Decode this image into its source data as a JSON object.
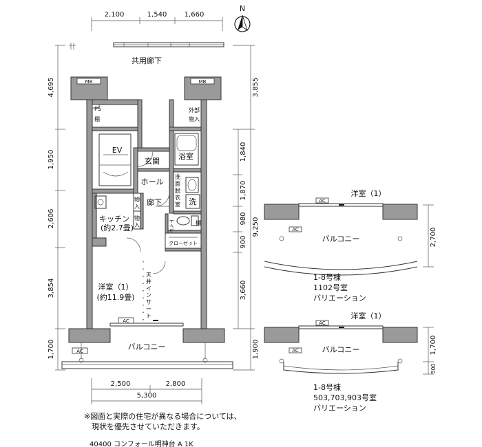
{
  "dimensions": {
    "top": [
      "2,100",
      "1,540",
      "1,660"
    ],
    "left": [
      "4,695",
      "1,950",
      "2,606",
      "3,854",
      "1,700"
    ],
    "right_outer": [
      "3,855",
      "9,250",
      "1,900"
    ],
    "right_inner": [
      "1,840",
      "1,870",
      "980",
      "900",
      "3,660"
    ],
    "bottom": [
      "2,500",
      "2,800"
    ],
    "bottom_total": "5,300",
    "var1_depth": "2,700",
    "var2_depth": [
      "1,700",
      "500"
    ]
  },
  "compass": "N",
  "labels": {
    "corridor": "共用廊下",
    "mb": "MB",
    "ps": "PS",
    "ps_sub": "棚",
    "storage_outer": [
      "外部",
      "物入"
    ],
    "ev": "EV",
    "entrance": "玄関",
    "bath": "浴室",
    "hall": "ホール",
    "washroom": [
      "洗",
      "面",
      "脱",
      "衣",
      "室"
    ],
    "wash": "洗",
    "storage1": [
      "物",
      "入"
    ],
    "storage2": [
      "物",
      "入"
    ],
    "hallway": "廊下",
    "toilet": "トイレ",
    "shelf": "棚",
    "closet": "クローゼット",
    "kitchen": [
      "キッチン",
      "(約2.7畳)"
    ],
    "ceiling_insert": [
      "天",
      "井",
      "イ",
      "ン",
      "サ",
      "ー",
      "ト"
    ],
    "western_room": [
      "洋室（1）",
      "(約11.9畳)"
    ],
    "ac": "AC",
    "balcony": "バルコニー"
  },
  "variations": [
    {
      "room": "洋室（1）",
      "balcony": "バルコニー",
      "caption": [
        "1-8号棟",
        "1102号室",
        "バリエーション"
      ]
    },
    {
      "room": "洋室（1）",
      "balcony": "バルコニー",
      "caption": [
        "1-8号棟",
        "503,703,903号室",
        "バリエーション"
      ]
    }
  ],
  "notes": [
    "※図面と実際の住宅が異なる場合については、",
    "現状を優先させていただきます。"
  ],
  "footer": "40400 コンフォール明神台 A 1K"
}
